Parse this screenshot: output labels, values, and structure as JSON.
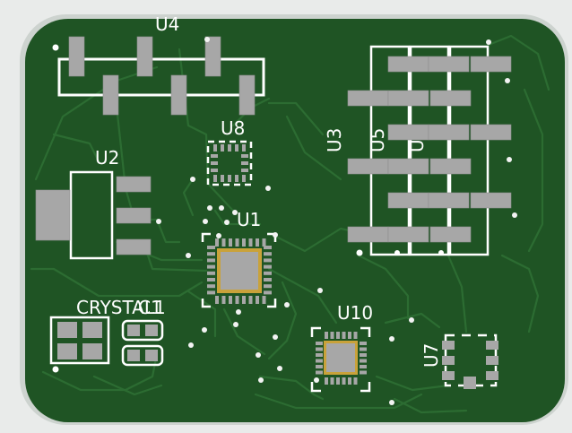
{
  "board": {
    "colors": {
      "background": "#e9ebea",
      "board": "#1f5424",
      "board_edge": "#cdd3cf",
      "trace": "#2d6e33",
      "silkscreen": "#ffffff",
      "pad": "#a7a7a7",
      "pad_edge": "#8e8e8e",
      "gold": "#c9a23a",
      "via": "#f3f3f3"
    },
    "labels": {
      "u4": "U4",
      "u8": "U8",
      "u2": "U2",
      "u1": "U1",
      "u3": "U3",
      "u5": "U5",
      "u6": "U",
      "u10": "U10",
      "u7": "U7",
      "crystal1": "CRYSTAL1",
      "c1": "C1"
    }
  }
}
